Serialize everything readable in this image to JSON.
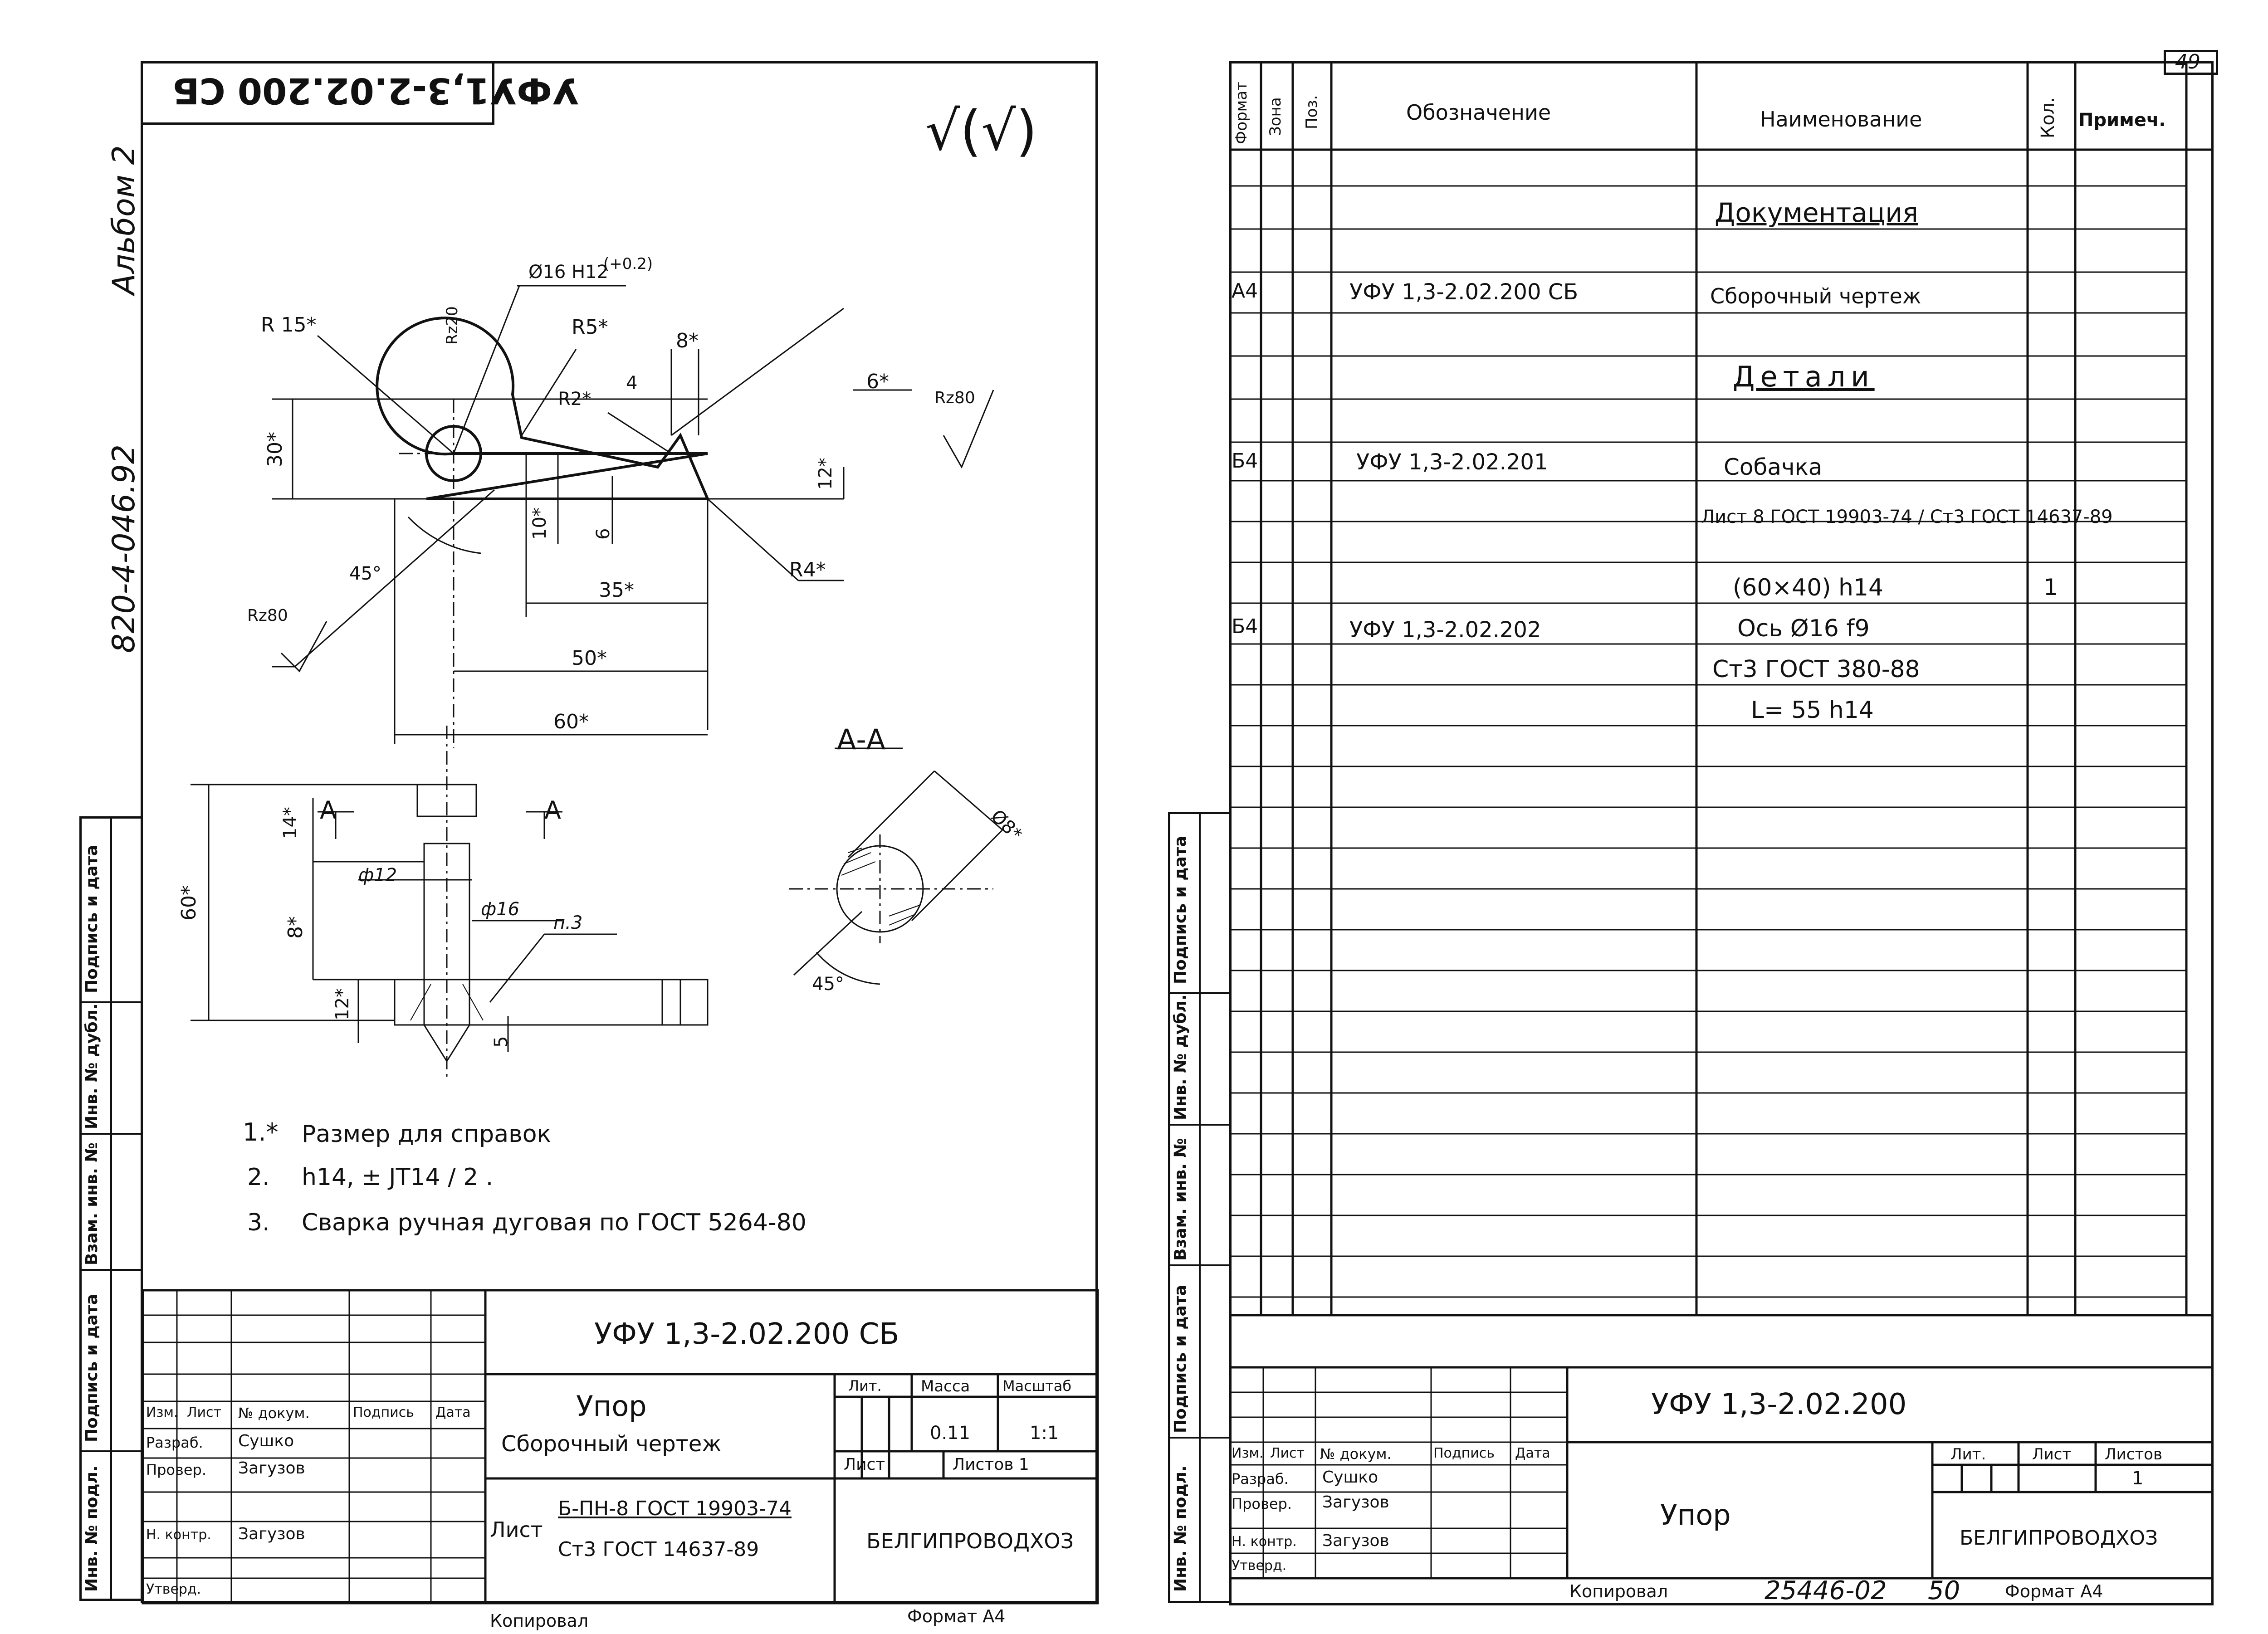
{
  "left_sheet": {
    "corner_stamp": "УФУ1,3-2.02.200 СБ",
    "roughness_symbol": "√(√)",
    "side_code": "820-4-046.92",
    "album": "Альбом 2",
    "dimensions": {
      "bore": "Ø16 H12",
      "bore_tol": "(+0.2)",
      "rz20": "Rz20",
      "r15": "R 15*",
      "r5": "R5*",
      "r2": "R2*",
      "d8": "8*",
      "d4": "4",
      "d6t": "6*",
      "rz80r": "Rz80",
      "d30": "30*",
      "d12": "12*",
      "d10": "10*",
      "d6": "6",
      "d45": "45°",
      "r4": "R4*",
      "d35": "35*",
      "rz80l": "Rz80",
      "d50": "50*",
      "d60": "60*",
      "section_label": "А-А",
      "d8sec": "Ø8*",
      "d45sec": "45°",
      "section_a1": "А",
      "section_a2": "А",
      "d14": "14*",
      "d60v": "60*",
      "phi12": "ф12",
      "d8v": "8*",
      "phi16": "ф16",
      "note_ref": "п.3",
      "d12v": "12*",
      "d5": "5"
    },
    "notes": [
      {
        "num": "1.*",
        "text": "Размер для справок"
      },
      {
        "num": "2.",
        "text": "h14, ± JT14 / 2 ."
      },
      {
        "num": "3.",
        "text": "Сварка ручная дуговая по ГОСТ 5264-80"
      }
    ],
    "title_block": {
      "designation": "УФУ 1,3-2.02.200 СБ",
      "name": "Упор",
      "doc_type": "Сборочный чертеж",
      "col_izm": "Изм.",
      "col_list": "Лист",
      "col_ndoc": "№ докум.",
      "col_sign": "Подпись",
      "col_date": "Дата",
      "razrab": "Разраб.",
      "razrab_name": "Сушко",
      "prover": "Провер.",
      "prover_name": "Загузов",
      "nkontr": "Н. контр.",
      "nkontr_name": "Загузов",
      "utverd": "Утверд.",
      "lit": "Лит.",
      "massa": "Масса",
      "masshtab": "Масштаб",
      "massa_val": "0.11",
      "masshtab_val": "1:1",
      "sheet": "Лист",
      "sheets": "Листов 1",
      "material_prefix": "Лист",
      "material_top": "Б-ПН-8 ГОСТ 19903-74",
      "material_bottom": "Ст3 ГОСТ 14637-89",
      "org": "БЕЛГИПРОВОДХОЗ"
    },
    "side_stamp": [
      "Подпись и дата",
      "Инв. № дубл.",
      "Взам. инв. №",
      "Подпись и дата",
      "Инв. № подл."
    ],
    "footer_copied": "Копировал",
    "footer_format": "Формат А4"
  },
  "right_sheet": {
    "page_number": "49",
    "headers": {
      "format": "Формат",
      "zone": "Зона",
      "pos": "Поз.",
      "designation": "Обозначение",
      "name": "Наименование",
      "qty": "Кол.",
      "note": "Примеч."
    },
    "rows": [
      {
        "format": "",
        "designation": "",
        "name": "Документация",
        "qty": "",
        "heading": true
      },
      {
        "format": "А4",
        "designation": "УФУ 1,3-2.02.200 СБ",
        "name": "Сборочный чертеж",
        "qty": "",
        "heading": false
      },
      {
        "format": "",
        "designation": "",
        "name": "Детали",
        "qty": "",
        "heading": true
      },
      {
        "format": "Б4",
        "designation": "УФУ 1,3-2.02.201",
        "name": "Собачка",
        "qty": "",
        "heading": false
      },
      {
        "format": "",
        "designation": "",
        "name": "Лист 8 ГОСТ 19903-74 / Ст3 ГОСТ 14637-89",
        "qty": "",
        "heading": false
      },
      {
        "format": "",
        "designation": "",
        "name": "(60×40) h14",
        "qty": "1",
        "heading": false
      },
      {
        "format": "Б4",
        "designation": "УФУ 1,3-2.02.202",
        "name": "Ось Ø16 f9",
        "qty": "",
        "heading": false
      },
      {
        "format": "",
        "designation": "",
        "name": "Ст3 ГОСТ 380-88",
        "qty": "",
        "heading": false
      },
      {
        "format": "",
        "designation": "",
        "name": "L= 55 h14",
        "qty": "",
        "heading": false
      }
    ],
    "title_block": {
      "designation": "УФУ 1,3-2.02.200",
      "name": "Упор",
      "col_izm": "Изм.",
      "col_list": "Лист",
      "col_ndoc": "№ докум.",
      "col_sign": "Подпись",
      "col_date": "Дата",
      "razrab": "Разраб.",
      "razrab_name": "Сушко",
      "prover": "Провер.",
      "prover_name": "Загузов",
      "nkontr": "Н. контр.",
      "nkontr_name": "Загузов",
      "utverd": "Утверд.",
      "lit": "Лит.",
      "list": "Лист",
      "listov": "Листов",
      "listov_val": "1",
      "org": "БЕЛГИПРОВОДХОЗ"
    },
    "side_stamp": [
      "Подпись и дата",
      "Инв. № дубл.",
      "Взам. инв. №",
      "Подпись и дата",
      "Инв. № подл."
    ],
    "footer_copied": "Копировал",
    "footer_number": "25446-02",
    "footer_page": "50",
    "footer_format": "Формат А4"
  }
}
